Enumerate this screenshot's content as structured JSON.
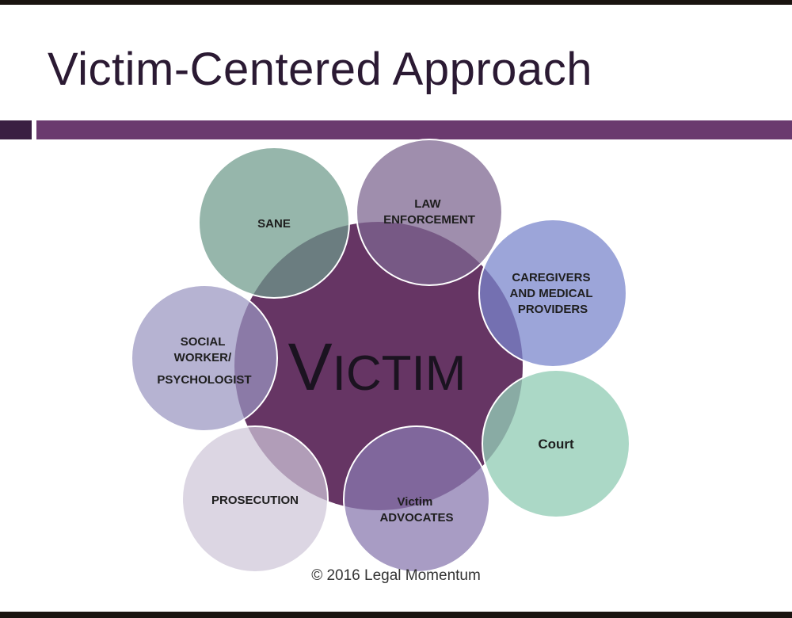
{
  "slide": {
    "title": "Victim-Centered Approach",
    "copyright": "© 2016 Legal Momentum"
  },
  "diagram": {
    "center": {
      "label": "Victim",
      "label_first_letter": "V",
      "label_rest": "ICTIM",
      "color": "#5e2a5c"
    },
    "nodes": [
      {
        "id": "sane",
        "lines": [
          "SANE"
        ],
        "color": "#6e9a8a"
      },
      {
        "id": "law-enforcement",
        "lines": [
          "Law",
          "Enforcement"
        ],
        "color": "#7e6690"
      },
      {
        "id": "caregivers",
        "lines": [
          "Caregivers",
          "and Medical",
          "Providers"
        ],
        "color": "#7a86cc"
      },
      {
        "id": "court",
        "lines": [
          "Court"
        ],
        "color": "#93cdb6"
      },
      {
        "id": "victim-advocates",
        "lines": [
          "Victim",
          "Advocates"
        ],
        "color": "#8a7ab0"
      },
      {
        "id": "prosecution",
        "lines": [
          "Prosecution"
        ],
        "color": "#cfc6d8"
      },
      {
        "id": "social-worker",
        "lines": [
          "Social",
          "Worker/",
          "Psychologist"
        ],
        "color": "#9a96c0"
      }
    ]
  }
}
